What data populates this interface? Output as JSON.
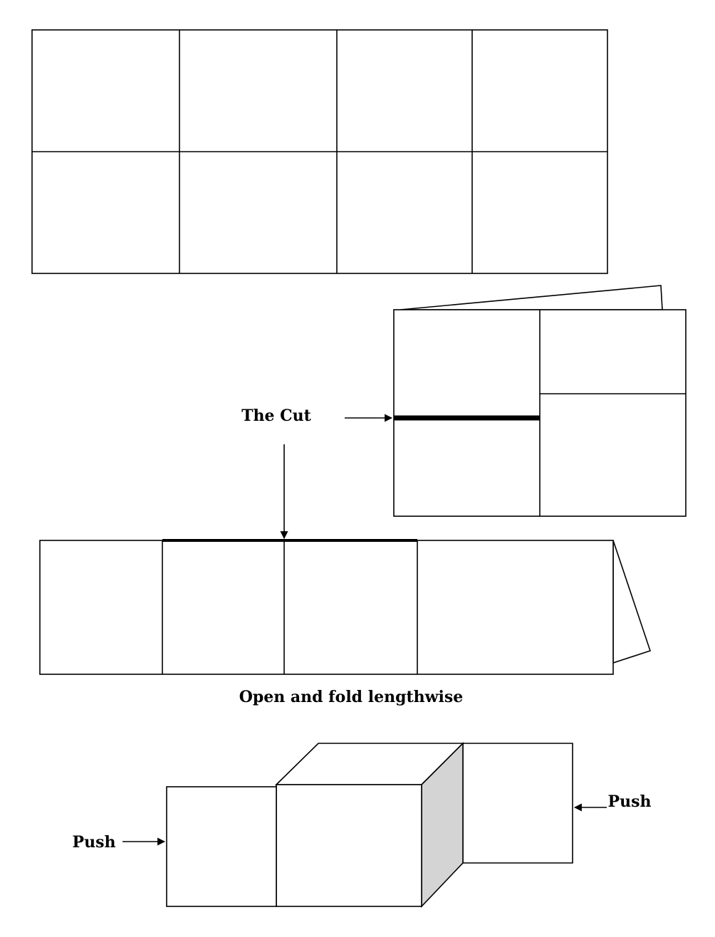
{
  "labels": {
    "cut": "The Cut",
    "open_fold": "Open and fold lengthwise",
    "push_left": "Push",
    "push_right": "Push"
  },
  "colors": {
    "line": "#000000",
    "shade": "#d4d4d4",
    "background": "#ffffff"
  }
}
